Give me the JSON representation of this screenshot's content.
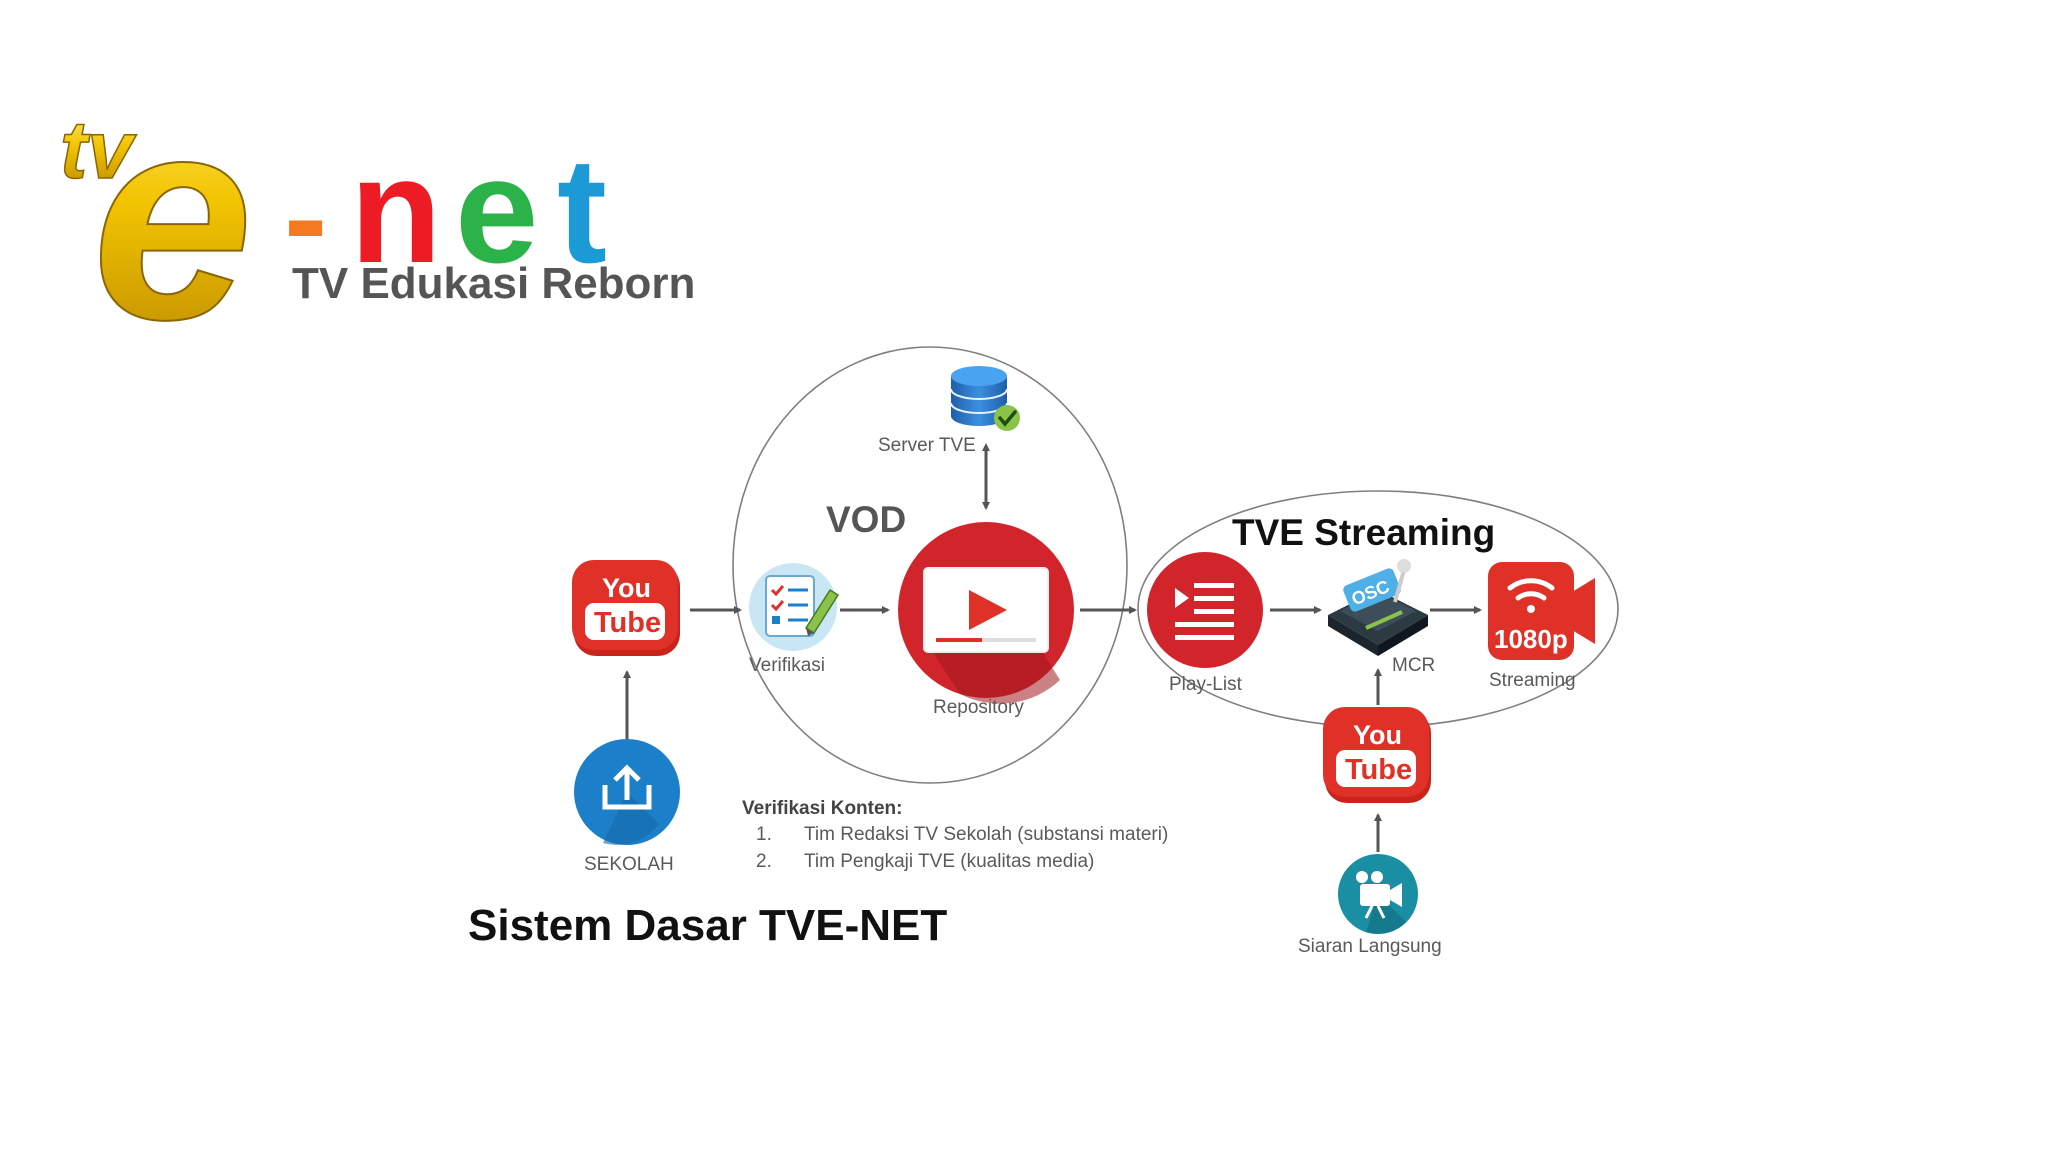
{
  "logo": {
    "prefix": "tv",
    "letter": "e",
    "dash": "-",
    "n": "n",
    "e": "e",
    "t": "t",
    "tagline": "TV Edukasi Reborn"
  },
  "groups": {
    "vod": "VOD",
    "streaming": "TVE Streaming"
  },
  "nodes": {
    "server": "Server TVE",
    "verifikasi": "Verifikasi",
    "repository": "Repository",
    "sekolah": "SEKOLAH",
    "playlist": "Play-List",
    "mcr": "MCR",
    "streaming": "Streaming",
    "live": "Siaran Langsung",
    "yt_you": "You",
    "yt_tube": "Tube",
    "hd_badge": "1080p",
    "osc_badge": "OSC"
  },
  "verification": {
    "title": "Verifikasi Konten:",
    "items": [
      {
        "num": "1.",
        "text": "Tim Redaksi TV Sekolah (substansi materi)"
      },
      {
        "num": "2.",
        "text": "Tim Pengkaji TVE (kualitas media)"
      }
    ]
  },
  "caption": "Sistem Dasar TVE-NET",
  "colors": {
    "youtube_red": "#e03128",
    "gold": "#e8b400",
    "orange": "#f47920",
    "red": "#ed1c24",
    "green": "#2bb34a",
    "blue": "#1b9ad6",
    "text_gray": "#5a5a5a"
  }
}
